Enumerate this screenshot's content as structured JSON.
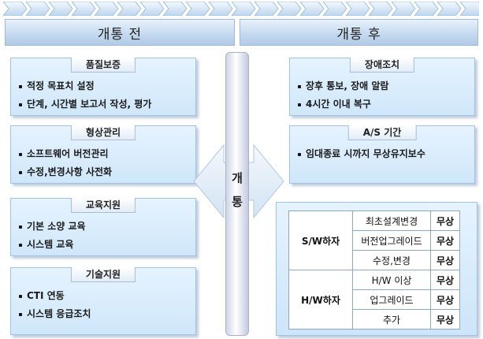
{
  "header": {
    "before_label": "개통 전",
    "after_label": "개통 후"
  },
  "center": {
    "char1": "개",
    "char2": "통"
  },
  "left_cards": [
    {
      "title": "품질보증",
      "items": [
        "적정 목표치 설정",
        "단계, 시간별 보고서 작성, 평가"
      ]
    },
    {
      "title": "형상관리",
      "items": [
        "소프트웨어 버전관리",
        "수정,변경사항 사전화"
      ]
    },
    {
      "title": "교육지원",
      "items": [
        "기본 소양 교육",
        "시스템 교육"
      ]
    },
    {
      "title": "기술지원",
      "items": [
        "CTI 연동",
        "시스템 응급조치"
      ]
    }
  ],
  "right_cards": [
    {
      "title": "장애조치",
      "items": [
        "장후 통보, 장애 알람",
        "4시간 이내 복구"
      ]
    },
    {
      "title": "A/S 기간",
      "items": [
        "임대종료 시까지 무상유지보수"
      ]
    }
  ],
  "table": {
    "groups": [
      {
        "name": "S/W하자",
        "rows": [
          {
            "item": "최초설계변경",
            "status": "무상"
          },
          {
            "item": "버전업그레이드",
            "status": "무상"
          },
          {
            "item": "수정,변경",
            "status": "무상"
          }
        ]
      },
      {
        "name": "H/W하자",
        "rows": [
          {
            "item": "H/W 이상",
            "status": "무상"
          },
          {
            "item": "업그레이드",
            "status": "무상"
          },
          {
            "item": "추가",
            "status": "무상"
          }
        ]
      }
    ]
  },
  "colors": {
    "header_fill": "#c3d8ef",
    "card_fill": "#d6ebfc",
    "chevron_fill": "#cfe4f6",
    "arrow_fill": "#e2eef8"
  }
}
